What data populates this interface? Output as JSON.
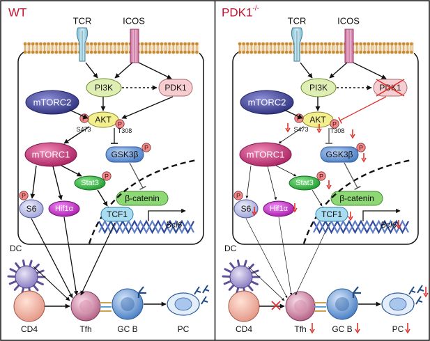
{
  "panels": {
    "wt": {
      "title": "WT",
      "receptors": {
        "tcr": "TCR",
        "icos": "ICOS"
      },
      "nodes": {
        "pi3k": "PI3K",
        "pdk1": "PDK1",
        "mtorc2": "mTORC2",
        "akt": "AKT",
        "s473": "S473",
        "t308": "T308",
        "mtorc1": "mTORC1",
        "gsk3b": "GSK3β",
        "stat3": "Stat3",
        "bcatenin": "β-catenin",
        "tcf1": "TCF1",
        "s6": "S6",
        "hif1a": "Hif1α",
        "bcl6": "Bcl6",
        "p": "P"
      },
      "cells": {
        "dc": "DC",
        "cd4": "CD4",
        "tfh": "Tfh",
        "gcb": "GC B",
        "pc": "PC"
      }
    },
    "ko": {
      "title": "PDK1",
      "title_sup": "-/-",
      "receptors": {
        "tcr": "TCR",
        "icos": "ICOS"
      },
      "nodes": {
        "pi3k": "PI3K",
        "pdk1": "PDK1",
        "mtorc2": "mTORC2",
        "akt": "AKT",
        "s473": "S473",
        "t308": "T308",
        "mtorc1": "mTORC1",
        "gsk3b": "GSK3β",
        "stat3": "Stat3",
        "bcatenin": "β-catenin",
        "tcf1": "TCF1",
        "s6": "S6",
        "hif1a": "Hif1α",
        "bcl6": "Bcl6",
        "p": "P"
      },
      "cells": {
        "dc": "DC",
        "cd4": "CD4",
        "tfh": "Tfh",
        "gcb": "GC B",
        "pc": "PC"
      }
    }
  },
  "colors": {
    "title_red": "#c8102e",
    "down_arrow": "#e0302a",
    "membrane": "#c98a32",
    "tcr": "#a8d8e6",
    "icos": "#e3a6c4",
    "pi3k": "#dfeeb5",
    "pdk1": "#f6cdd0",
    "mtorc2": "#4a4ea0",
    "akt": "#f3ee8e",
    "mtorc1": "#cc3f80",
    "gsk3b": "#7aa6dd",
    "stat3": "#3bbf48",
    "bcatenin": "#8dd774",
    "tcf1": "#a8dcf0",
    "s6": "#c5c8e8",
    "hif1a": "#d234d6",
    "dna": "#2d4a9c",
    "phospho": "#f08a8a"
  }
}
